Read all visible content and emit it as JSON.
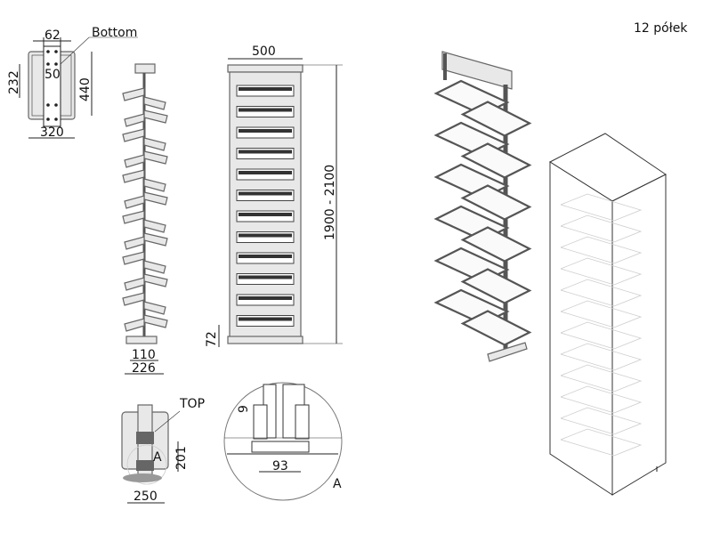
{
  "title": "12 półek",
  "bottom_view": {
    "label": "Bottom",
    "dim_width_top": "62",
    "dim_inner": "50",
    "dim_left": "232",
    "dim_right": "440",
    "dim_bottom": "320"
  },
  "side_view": {
    "dim_110": "110",
    "dim_226": "226"
  },
  "front_view": {
    "dim_width": "500",
    "dim_height": "1900 - 2100",
    "dim_base": "72"
  },
  "top_view": {
    "label": "TOP",
    "dim_height": "201",
    "dim_width": "250",
    "detail_marker": "A"
  },
  "detail_a": {
    "dim_pitch": "9",
    "dim_width": "93",
    "label": "A"
  },
  "colors": {
    "line": "#222222",
    "frame": "#666666",
    "shelf_fill": "#e8e8e8"
  }
}
